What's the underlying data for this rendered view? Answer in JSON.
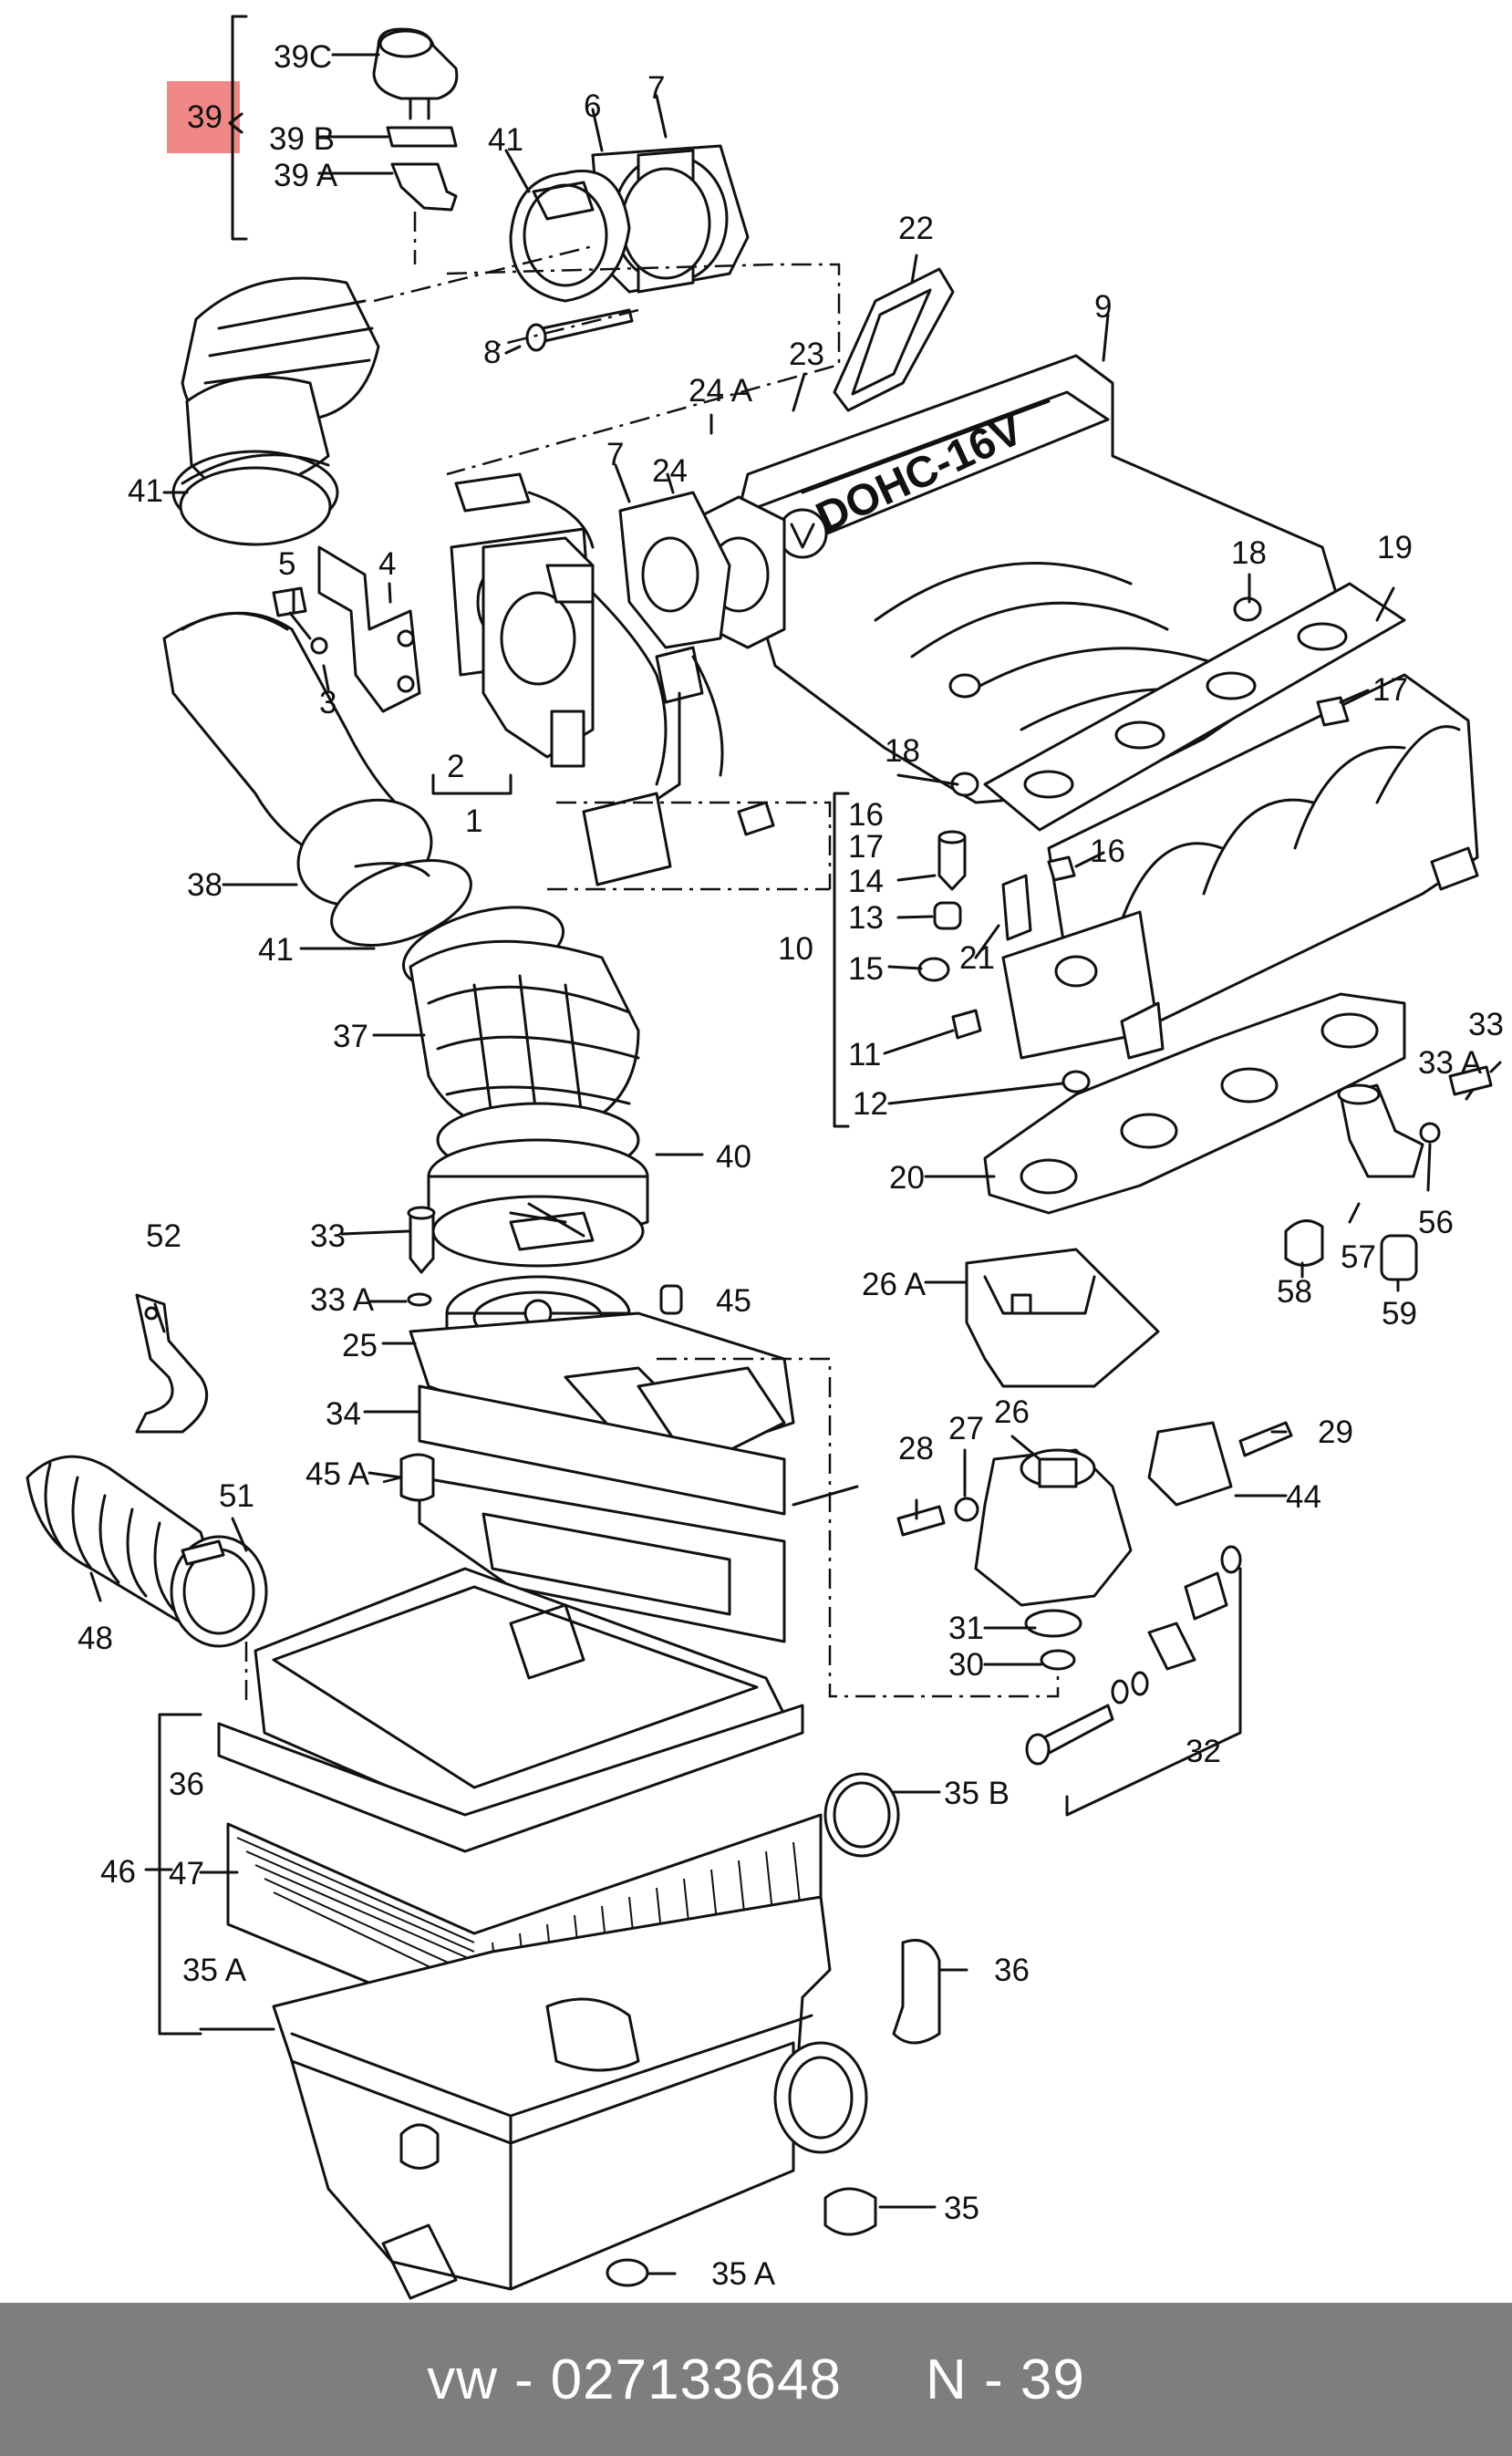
{
  "diagram": {
    "highlighted_callout": "39",
    "callouts": [
      "39C",
      "39",
      "39 B",
      "39 A",
      "41",
      "6",
      "7",
      "22",
      "9",
      "24 A",
      "23",
      "8",
      "7",
      "24",
      "41",
      "5",
      "4",
      "18",
      "19",
      "3",
      "17",
      "2",
      "1",
      "18",
      "16",
      "17",
      "14",
      "16",
      "13",
      "10",
      "21",
      "15",
      "11",
      "12",
      "33",
      "33 A",
      "38",
      "41",
      "37",
      "40",
      "20",
      "56",
      "57",
      "58",
      "59",
      "52",
      "33",
      "33 A",
      "45",
      "26 A",
      "25",
      "34",
      "28",
      "27",
      "26",
      "29",
      "45 A",
      "44",
      "51",
      "48",
      "31",
      "30",
      "32",
      "36",
      "35 B",
      "46",
      "47",
      "35 A",
      "36",
      "35",
      "35 A"
    ]
  },
  "footer": {
    "brand": "vw",
    "separator": "-",
    "part_number": "027133648",
    "callout_label": "N - 39"
  }
}
